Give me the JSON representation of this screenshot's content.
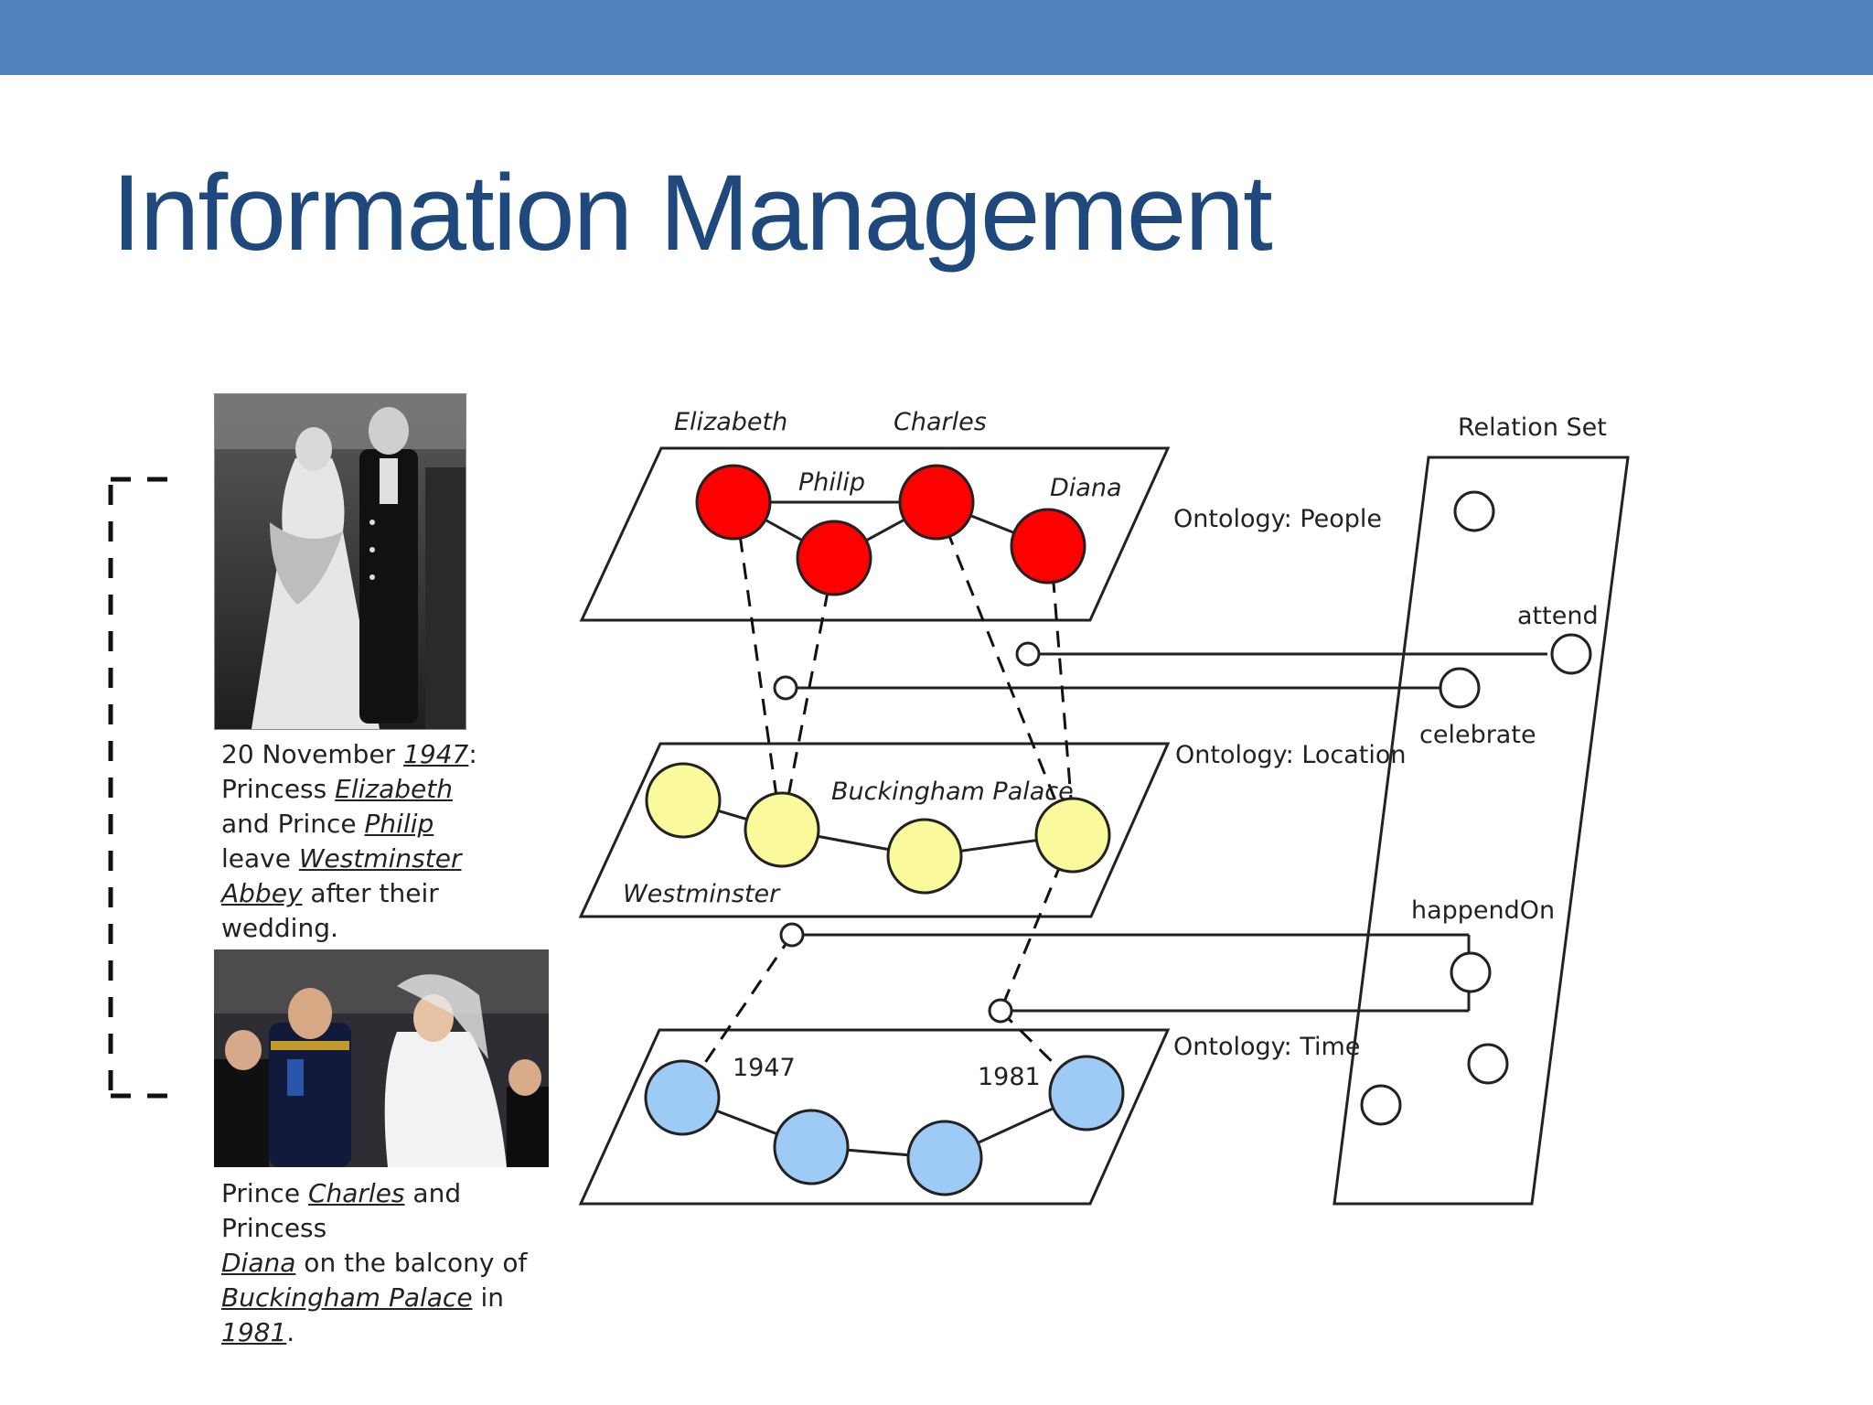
{
  "slide": {
    "title": "Information Management",
    "bar_color": "#4f81bd",
    "title_color": "#1f497d"
  },
  "captions": {
    "photo_1947": {
      "date": "20 November ",
      "year": "1947",
      "after_year": ":",
      "line_1": "Princess ",
      "elizabeth": "Elizabeth",
      "line_2": "and Prince ",
      "philip": "Philip",
      "line_3": "leave ",
      "westminster": "Westminster",
      "abbey": "Abbey",
      "line_4": " after their",
      "line_5": "wedding."
    },
    "photo_1981": {
      "line_1": "Prince ",
      "charles": "Charles",
      "line_1b": " and Princess",
      "diana": "Diana",
      "line_2": " on the balcony of",
      "buckingham": "Buckingham Palace",
      "line_3": " in ",
      "year": "1981",
      "end": "."
    }
  },
  "diagram": {
    "people_nodes": {
      "elizabeth": "Elizabeth",
      "charles": "Charles",
      "philip": "Philip",
      "diana": "Diana"
    },
    "location_nodes": {
      "buckingham": "Buckingham Palace",
      "westminster": "Westminster"
    },
    "time_nodes": {
      "y1947": "1947",
      "y1981": "1981"
    },
    "ontology_labels": {
      "people": "Ontology: People",
      "location": "Ontology: Location",
      "time": "Ontology: Time"
    },
    "relation_set": {
      "title": "Relation Set",
      "attend": "attend",
      "celebrate": "celebrate",
      "happened_on": "happendOn"
    },
    "colors": {
      "people": "#ff0000",
      "location": "#fafa9c",
      "time": "#9ecbf5"
    }
  }
}
